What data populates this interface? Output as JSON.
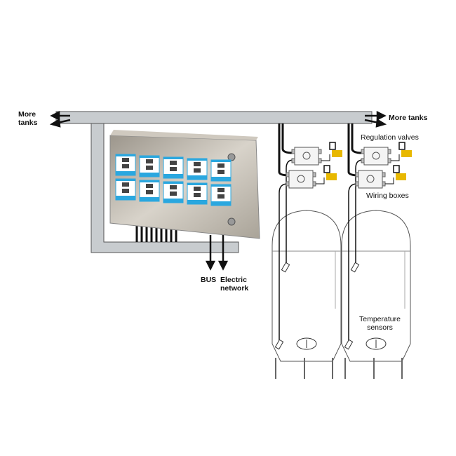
{
  "labels": {
    "more_tanks_left_1": "More",
    "more_tanks_left_2": "tanks",
    "more_tanks_right": "More tanks",
    "regulation_valves": "Regulation valves",
    "wiring_boxes": "Wiring boxes",
    "bus": "BUS",
    "electric_1": "Electric",
    "electric_2": "network",
    "temp_1": "Temperature",
    "temp_2": "sensors"
  },
  "colors": {
    "rail": "#c8cccf",
    "display": "#2aa7df",
    "valve": "#e8b800",
    "steel": "#b8b2a6"
  }
}
